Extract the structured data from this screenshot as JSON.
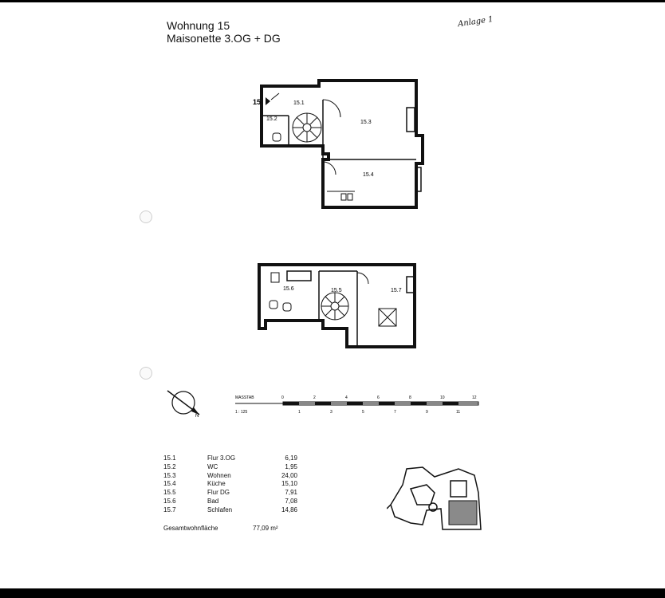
{
  "header": {
    "title": "Wohnung 15",
    "subtitle": "Maisonette 3.OG + DG",
    "annex_note": "Anlage 1"
  },
  "floor_upper": {
    "unit_marker": "15",
    "rooms": [
      "15.1",
      "15.2",
      "15.3",
      "15.4"
    ]
  },
  "floor_lower": {
    "rooms": [
      "15.5",
      "15.6",
      "15.7"
    ]
  },
  "scale_bar": {
    "label": "MASSTAB",
    "ratio": "1 : 125",
    "top_ticks": [
      "0",
      "2",
      "4",
      "6",
      "8",
      "10",
      "12"
    ],
    "bottom_ticks": [
      "1",
      "3",
      "5",
      "7",
      "9",
      "11"
    ]
  },
  "room_list": [
    {
      "no": "15.1",
      "name": "Flur 3.OG",
      "area": "6,19"
    },
    {
      "no": "15.2",
      "name": "WC",
      "area": "1,95"
    },
    {
      "no": "15.3",
      "name": "Wohnen",
      "area": "24,00"
    },
    {
      "no": "15.4",
      "name": "Küche",
      "area": "15,10"
    },
    {
      "no": "15.5",
      "name": "Flur DG",
      "area": "7,91"
    },
    {
      "no": "15.6",
      "name": "Bad",
      "area": "7,08"
    },
    {
      "no": "15.7",
      "name": "Schlafen",
      "area": "14,86"
    }
  ],
  "total": {
    "label": "Gesamtwohnfläche",
    "value": "77,09 m²"
  },
  "icons": [
    "north-arrow-icon",
    "spiral-stair-icon",
    "building-site-plan-icon"
  ]
}
